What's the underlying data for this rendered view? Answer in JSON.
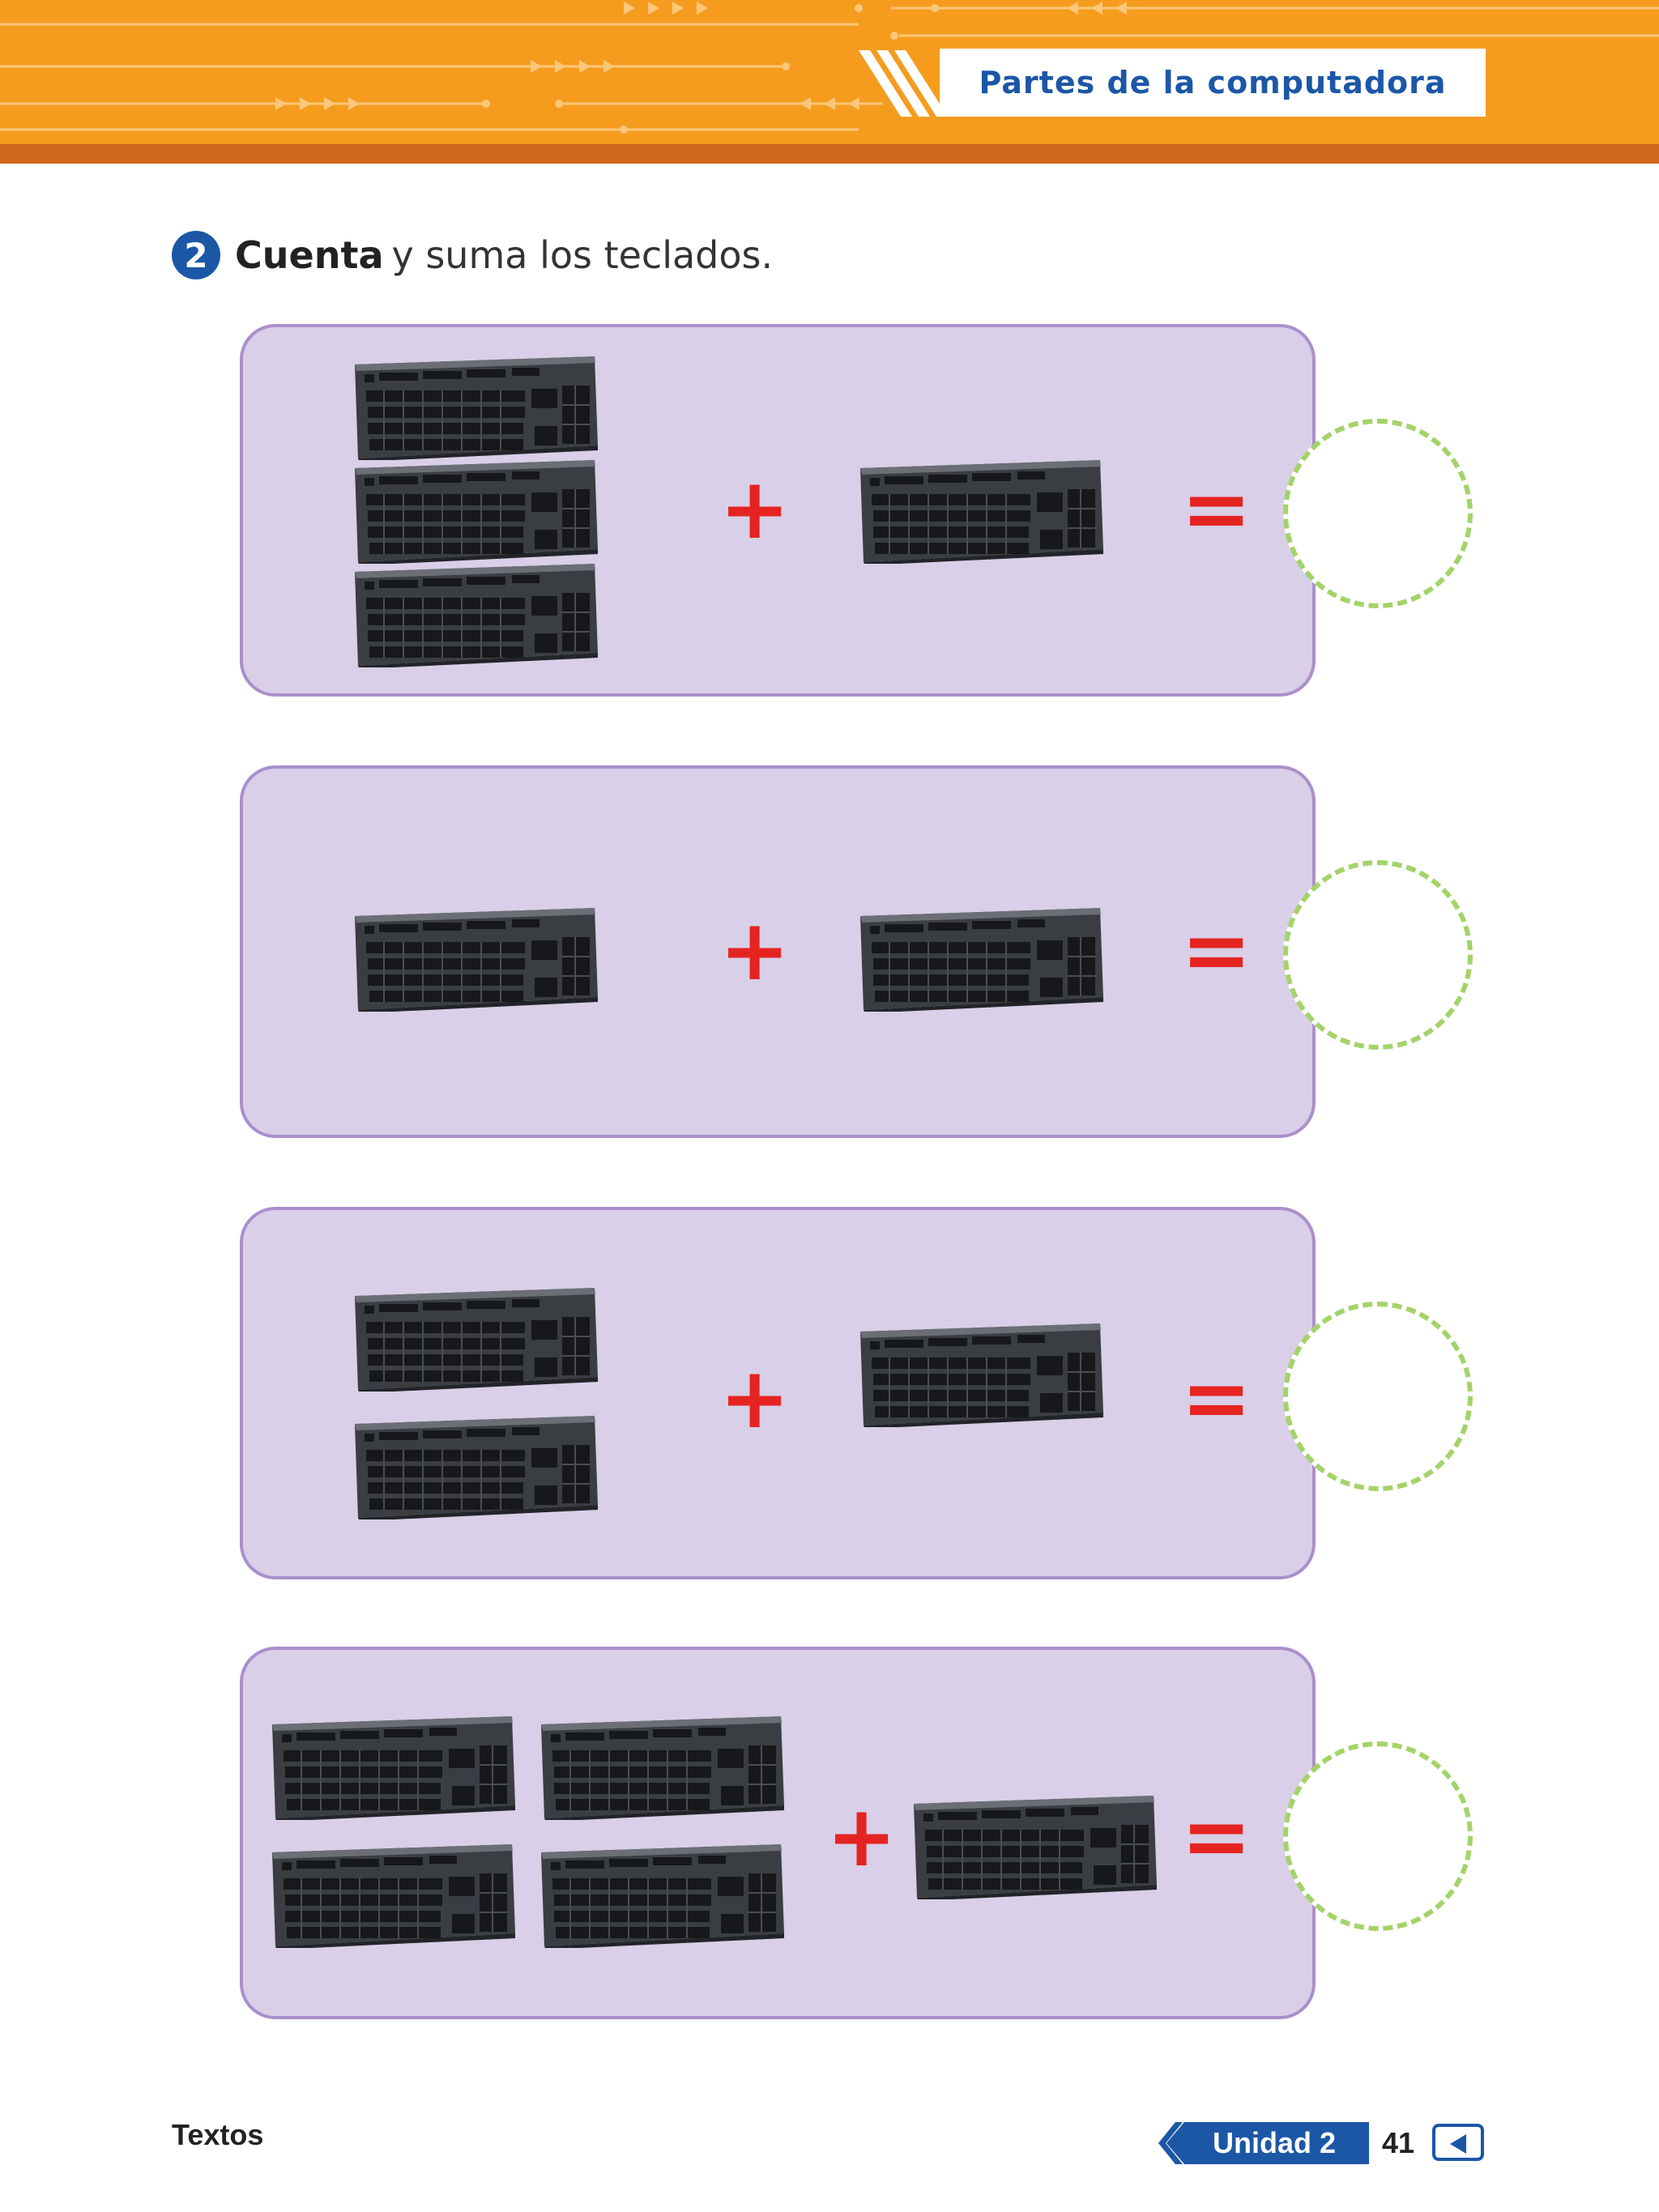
{
  "header": {
    "title": "Partes de la computadora"
  },
  "instruction": {
    "number": "2",
    "bold_text": "Cuenta",
    "rest_text": "y suma los teclados."
  },
  "problems": [
    {
      "left_count": 3,
      "operator": "+",
      "right_count": 1,
      "equals": "="
    },
    {
      "left_count": 1,
      "operator": "+",
      "right_count": 1,
      "equals": "="
    },
    {
      "left_count": 2,
      "operator": "+",
      "right_count": 1,
      "equals": "="
    },
    {
      "left_count": 4,
      "operator": "+",
      "right_count": 1,
      "equals": "="
    }
  ],
  "footer": {
    "left_label": "Textos",
    "unit_label": "Unidad 2",
    "page_number": "41"
  },
  "colors": {
    "header_orange": "#f59c1f",
    "header_dark_orange": "#d0661a",
    "brand_blue": "#1c57a6",
    "panel_fill": "#d9cfe8",
    "panel_border": "#ab8fcb",
    "operator_red": "#e52421",
    "answer_circle_green": "#a4d369"
  },
  "icons": {
    "keyboard": "keyboard-icon",
    "back": "back-arrow-icon"
  }
}
